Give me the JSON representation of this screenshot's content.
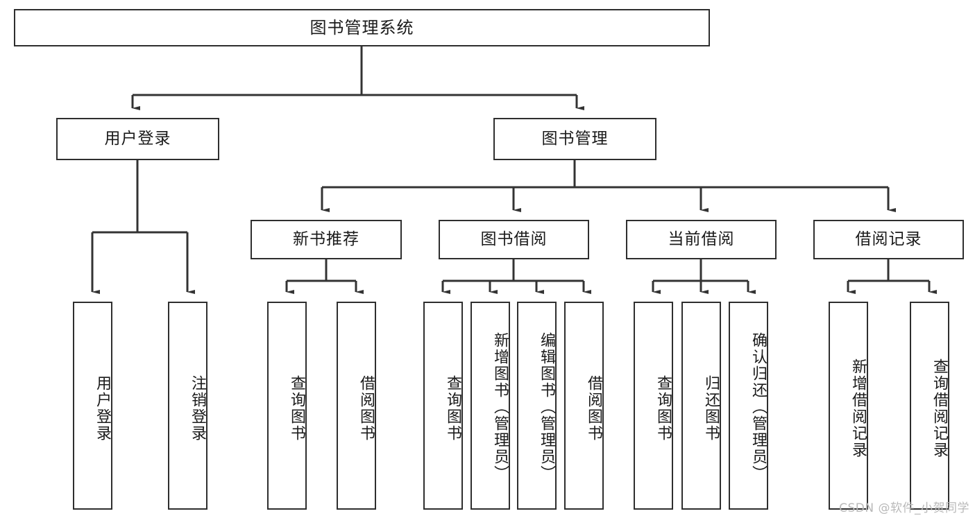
{
  "diagram": {
    "title": "图书管理系统",
    "type": "hierarchy-tree",
    "root": {
      "label": "图书管理系统"
    },
    "level2": [
      {
        "label": "用户登录"
      },
      {
        "label": "图书管理"
      }
    ],
    "level3": [
      {
        "label": "新书推荐"
      },
      {
        "label": "图书借阅"
      },
      {
        "label": "当前借阅"
      },
      {
        "label": "借阅记录"
      }
    ],
    "leaves": {
      "user_login": [
        {
          "label": "用户登录"
        },
        {
          "label": "注销登录"
        }
      ],
      "new_book_recommend": [
        {
          "label": "查询图书"
        },
        {
          "label": "借阅图书"
        }
      ],
      "book_borrow": [
        {
          "label": "查询图书"
        },
        {
          "label": "新增图书（管理员）"
        },
        {
          "label": "编辑图书（管理员）"
        },
        {
          "label": "借阅图书"
        }
      ],
      "current_borrow": [
        {
          "label": "查询图书"
        },
        {
          "label": "归还图书"
        },
        {
          "label": "确认归还（管理员）"
        }
      ],
      "borrow_record": [
        {
          "label": "新增借阅记录"
        },
        {
          "label": "查询借阅记录"
        }
      ]
    },
    "watermark": "CSDN @软件_小贺同学",
    "colors": {
      "box_border": "#2e2e2e",
      "box_fill": "#ffffff",
      "connector": "#333333",
      "text": "#1a1a1a",
      "watermark": "#b9b9b9"
    }
  }
}
